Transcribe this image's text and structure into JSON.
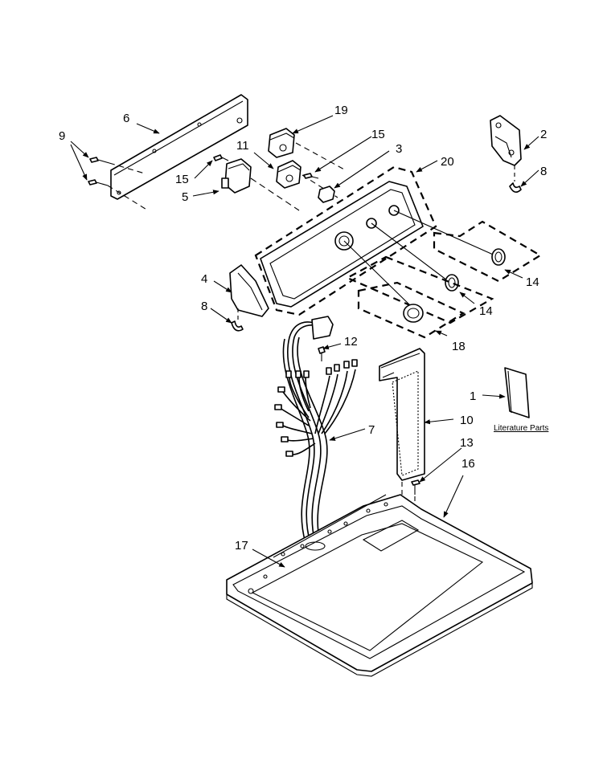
{
  "labels": {
    "l1": "1",
    "l2": "2",
    "l3": "3",
    "l4": "4",
    "l5": "5",
    "l6": "6",
    "l7": "7",
    "l8a": "8",
    "l8b": "8",
    "l9": "9",
    "l10": "10",
    "l11": "11",
    "l12": "12",
    "l13": "13",
    "l14a": "14",
    "l14b": "14",
    "l15a": "15",
    "l15b": "15",
    "l16": "16",
    "l17": "17",
    "l18": "18",
    "l19": "19",
    "l20": "20"
  },
  "literature": "Literature Parts"
}
